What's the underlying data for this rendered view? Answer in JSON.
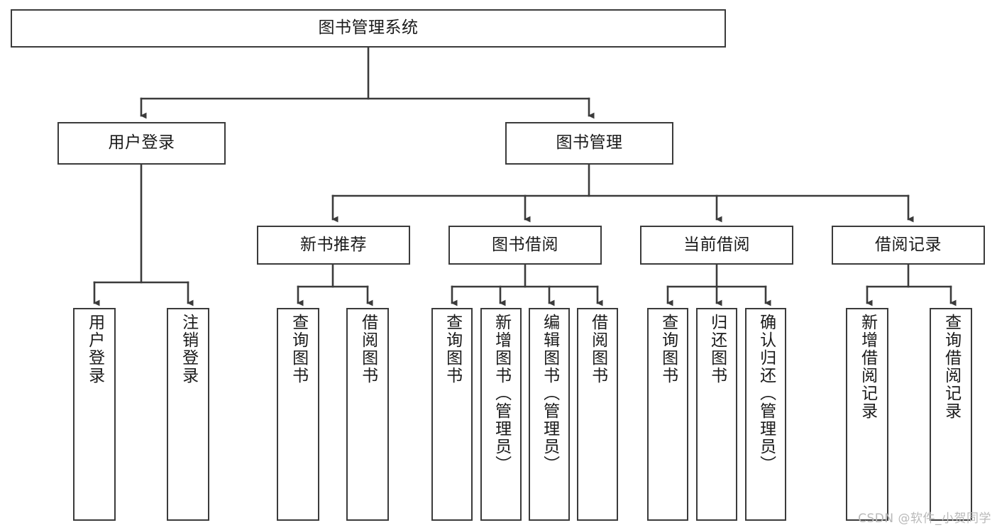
{
  "diagram": {
    "title": "图书管理系统",
    "type": "tree",
    "colors": {
      "stroke": "#3b3b3b",
      "fill": "#ffffff",
      "text": "#1a1a1a",
      "watermark": "#b9b9b9"
    },
    "root": {
      "label": "图书管理系统"
    },
    "level2": [
      {
        "label": "用户登录"
      },
      {
        "label": "图书管理"
      }
    ],
    "level3": [
      {
        "label": "新书推荐"
      },
      {
        "label": "图书借阅"
      },
      {
        "label": "当前借阅"
      },
      {
        "label": "借阅记录"
      }
    ],
    "leaves": {
      "user_login": [
        {
          "label": "用户登录"
        },
        {
          "label": "注销登录"
        }
      ],
      "new_book_recommend": [
        {
          "label": "查询图书"
        },
        {
          "label": "借阅图书"
        }
      ],
      "book_borrow": [
        {
          "label": "查询图书"
        },
        {
          "label": "新增图书（管理员）"
        },
        {
          "label": "编辑图书（管理员）"
        },
        {
          "label": "借阅图书"
        }
      ],
      "current_borrow": [
        {
          "label": "查询图书"
        },
        {
          "label": "归还图书"
        },
        {
          "label": "确认归还（管理员）"
        }
      ],
      "borrow_record": [
        {
          "label": "新增借阅记录"
        },
        {
          "label": "查询借阅记录"
        }
      ]
    }
  },
  "watermark": {
    "text": "CSDN @软件_小贺同学"
  }
}
